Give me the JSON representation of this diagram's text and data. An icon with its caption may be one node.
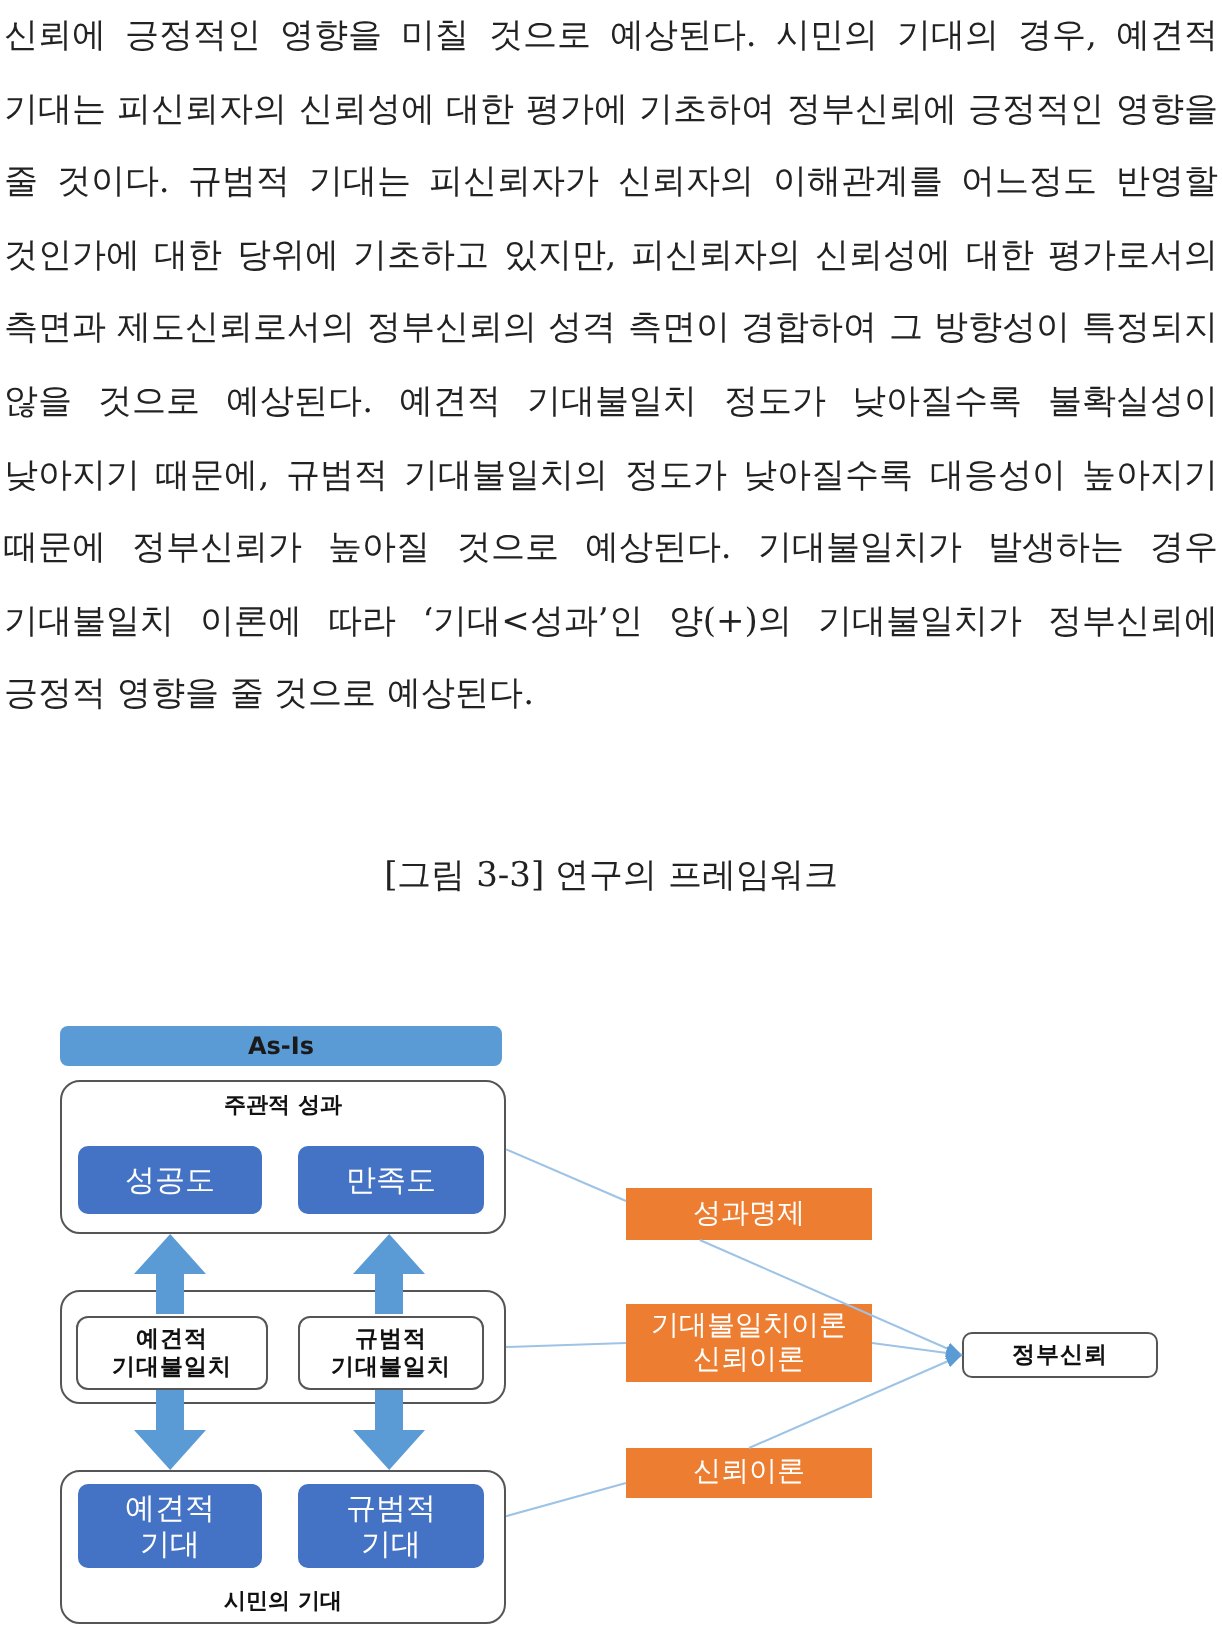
{
  "diagram": {
    "title": "[그림 3-3] 연구의 프레임워크",
    "nodes": [
      {
        "text": [
          "As-Is"
        ]
      },
      {
        "text": [
          "주관적 성과"
        ]
      },
      {
        "text": [
          "성공도"
        ],
        "in": 1
      },
      {
        "text": [
          "만족도"
        ],
        "in": 1
      },
      {
        "text": [],
        "shape": "box"
      },
      {
        "text": [
          "예견적 기대불일치"
        ],
        "in": 4
      },
      {
        "text": [
          "규범적 기대불일치"
        ],
        "in": 4
      },
      {
        "text": [
          "시민의 기대"
        ]
      },
      {
        "text": [
          "예견적 기대"
        ],
        "in": 7
      },
      {
        "text": [
          "규범적 기대"
        ],
        "in": 7
      },
      {
        "text": [
          "성과명제"
        ]
      },
      {
        "text": [
          "기대불일치이론",
          "신뢰이론"
        ]
      },
      {
        "text": [
          "신뢰이론"
        ]
      },
      {
        "text": [
          "정부신뢰"
        ]
      }
    ],
    "edges": [
      {
        "from": 5,
        "to": 1,
        "arrow": "to",
        "style": "thick",
        "color": "#5b9bd5"
      },
      {
        "from": 5,
        "to": 7,
        "arrow": "to",
        "style": "thick",
        "color": "#5b9bd5"
      },
      {
        "from": 6,
        "to": 1,
        "arrow": "to",
        "style": "thick",
        "color": "#5b9bd5"
      },
      {
        "from": 6,
        "to": 7,
        "arrow": "to",
        "style": "thick",
        "color": "#5b9bd5"
      },
      {
        "from": 1,
        "to": 10,
        "arrow": "none"
      },
      {
        "from": 4,
        "to": 11,
        "arrow": "none"
      },
      {
        "from": 7,
        "to": 12,
        "arrow": "none"
      },
      {
        "from": 10,
        "to": 13,
        "arrow": "to"
      },
      {
        "from": 11,
        "to": 13,
        "arrow": "to"
      },
      {
        "from": 12,
        "to": 13,
        "arrow": "to"
      }
    ],
    "labels": [
      "신뢰에 긍정적인 영향을 미칠 것으로 예상된다. 시민의 기대의 경우, 예견적 기대는 피신뢰자의 신뢰성에 대한 평가에 기초하여 정부신뢰에 긍정적인 영향을 줄 것이다. 규범적 기대는 피신뢰자가 신뢰자의 이해관계를 어느정도 반영할 것인가에 대한 당위에 기초하고 있지만, 피신뢰자의 신뢰성에 대한 평가로서의 측면과 제도신뢰로서의 정부신뢰의 성격 측면이 경합하여 그 방향성이 특정되지 않을 것으로 예상된다. 예견적 기대불일치 정도가 낮아질수록 불확실성이 낮아지기 때문에, 규범적 기대불일치의 정도가 낮아질수록 대응성이 높아지기 때문에 정부신뢰가 높아질 것으로 예상된다. 기대불일치가 발생하는 경우 기대불일치 이론에 따라 ‘기대<성과’인 양(+)의 기대불일치가 정부신뢰에 긍정적 영향을 줄 것으로 예상된다."
    ]
  }
}
